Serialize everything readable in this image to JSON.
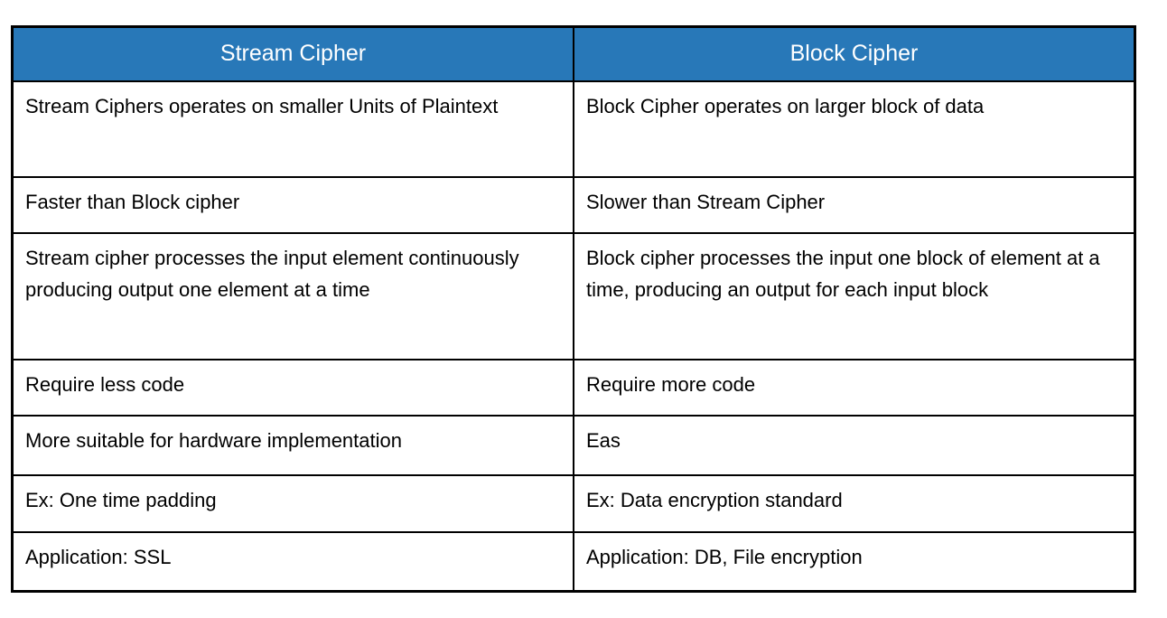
{
  "table": {
    "header": {
      "columns": [
        "Stream Cipher",
        "Block Cipher"
      ],
      "bg_color": "#2878b8",
      "text_color": "#ffffff"
    },
    "border_color": "#000000",
    "rows": [
      {
        "stream": "Stream Ciphers operates on smaller Units of Plaintext",
        "block": "Block Cipher operates on larger block of data"
      },
      {
        "stream": "Faster than Block cipher",
        "block": "Slower than Stream Cipher"
      },
      {
        "stream": "Stream cipher processes the input element continuously producing output one element at a time",
        "block": "Block cipher processes the input one block of element at a time, producing an output for each input block"
      },
      {
        "stream": "Require less code",
        "block": "Require more code"
      },
      {
        "stream": "More suitable for hardware implementation",
        "block": "Eas"
      },
      {
        "stream": "Ex: One time padding",
        "block": "Ex: Data encryption standard"
      },
      {
        "stream": "Application: SSL",
        "block": "Application: DB, File encryption"
      }
    ]
  }
}
